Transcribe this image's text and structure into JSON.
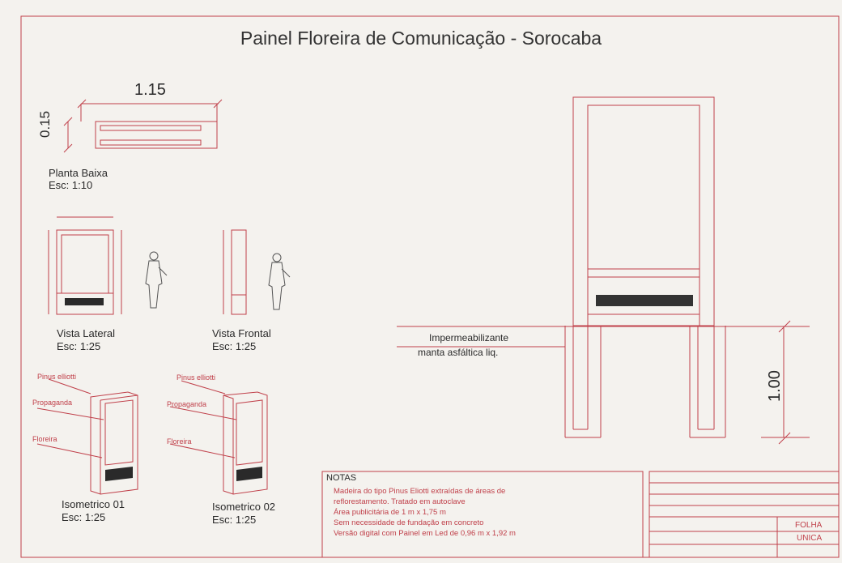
{
  "drawing": {
    "title": "Painel Floreira de Comunicação - Sorocaba",
    "line_color": "#c0404a",
    "text_color": "#2a2a2a"
  },
  "views": {
    "plan": {
      "dim_width": "1.15",
      "dim_depth": "0.15",
      "label": "Planta Baixa",
      "scale": "Esc: 1:10"
    },
    "lateral": {
      "label": "Vista Lateral",
      "scale": "Esc: 1:25"
    },
    "frontal": {
      "label": "Vista Frontal",
      "scale": "Esc: 1:25"
    },
    "iso1": {
      "label": "Isometrico 01",
      "scale": "Esc: 1:25",
      "callouts": [
        "Pinus elliotti",
        "Propaganda",
        "Floreira"
      ]
    },
    "iso2": {
      "label": "Isometrico 02",
      "scale": "Esc: 1:25",
      "callouts": [
        "Pinus elliotti",
        "Propaganda",
        "Floreira"
      ]
    },
    "section": {
      "callout_line1": "Impermeabilizante",
      "callout_line2": "manta asfáltica liq.",
      "dim_depth": "1.00"
    }
  },
  "notes": {
    "heading": "NOTAS",
    "lines": [
      "Madeira do tipo Pinus Eliotti extraídas de áreas de",
      "reflorestamento. Tratado em autoclave",
      "Área publicitária de 1 m x 1,75 m",
      "Sem necessidade de fundação em concreto",
      "Versão digital com Painel em Led de 0,96 m x 1,92 m"
    ]
  },
  "title_block": {
    "sheet_label_1": "FOLHA",
    "sheet_label_2": "UNICA"
  },
  "icons": {
    "person": "person-silhouette-icon",
    "planter": "planter-soil-icon"
  }
}
